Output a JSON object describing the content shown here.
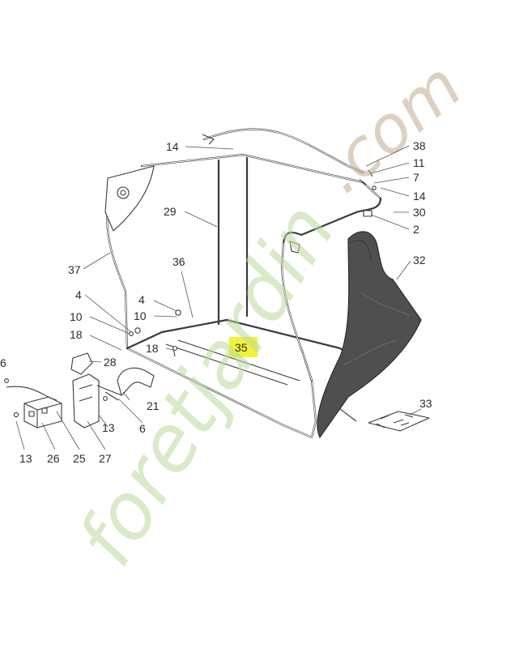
{
  "watermark": {
    "brand": "foretjardin",
    "suffix": ".com"
  },
  "highlight_color": "#f2f23a",
  "callouts": {
    "c14_top": "14",
    "c38": "38",
    "c11": "11",
    "c7": "7",
    "c14_right": "14",
    "c30": "30",
    "c2": "2",
    "c32": "32",
    "c29": "29",
    "c37": "37",
    "c36": "36",
    "c4_left": "4",
    "c4_mid": "4",
    "c10_left": "10",
    "c10_mid": "10",
    "c18_left": "18",
    "c18_mid": "18",
    "c35": "35",
    "c28": "28",
    "c6_left": "6",
    "c21": "21",
    "c6_right": "6",
    "c13_mid": "13",
    "c33": "33",
    "c13_bottom": "13",
    "c26": "26",
    "c25": "25",
    "c27": "27"
  }
}
